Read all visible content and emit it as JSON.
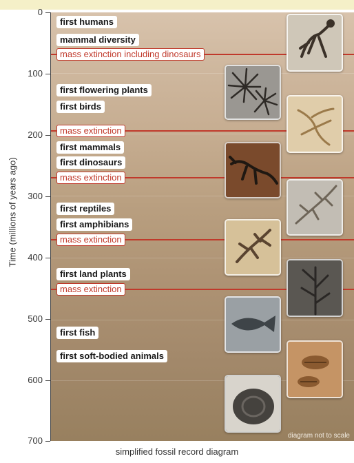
{
  "y_axis": {
    "label": "Time (millions of years ago)",
    "ticks": [
      "0",
      "100",
      "200",
      "300",
      "400",
      "500",
      "600",
      "700"
    ]
  },
  "events": [
    {
      "label": "first humans",
      "mya": 7,
      "type": "origin"
    },
    {
      "label": "mammal diversity",
      "mya": 34,
      "type": "origin"
    },
    {
      "label": "mass extinction including dinosaurs",
      "mya": 66,
      "type": "extinction"
    },
    {
      "label": "first flowering plants",
      "mya": 130,
      "type": "origin"
    },
    {
      "label": "first birds",
      "mya": 155,
      "type": "origin"
    },
    {
      "label": "mass extinction",
      "mya": 200,
      "type": "extinction"
    },
    {
      "label": "first mammals",
      "mya": 210,
      "type": "origin"
    },
    {
      "label": "first dinosaurs",
      "mya": 235,
      "type": "origin"
    },
    {
      "label": "mass extinction",
      "mya": 252,
      "type": "extinction"
    },
    {
      "label": "first reptiles",
      "mya": 310,
      "type": "origin"
    },
    {
      "label": "first amphibians",
      "mya": 340,
      "type": "origin"
    },
    {
      "label": "mass extinction",
      "mya": 365,
      "type": "extinction"
    },
    {
      "label": "first land plants",
      "mya": 420,
      "type": "origin"
    },
    {
      "label": "mass extinction",
      "mya": 445,
      "type": "extinction"
    },
    {
      "label": "first fish",
      "mya": 500,
      "type": "origin"
    },
    {
      "label": "first soft-bodied animals",
      "mya": 540,
      "type": "origin"
    }
  ],
  "fossil_images": [
    "primate-skeleton-fossil",
    "fern-leaf-fossil",
    "archaeopteryx-fossil",
    "dinosaur-skeleton-fossil",
    "reptile-fossil",
    "amphibian-fossil",
    "plant-fossil",
    "fish-fossil",
    "trilobite-fossil",
    "ammonite-fossil"
  ],
  "note": "diagram not to scale",
  "caption": "simplified fossil record diagram",
  "colors": {
    "extinction": "#c0392b",
    "label_bg": "#ffffff"
  }
}
